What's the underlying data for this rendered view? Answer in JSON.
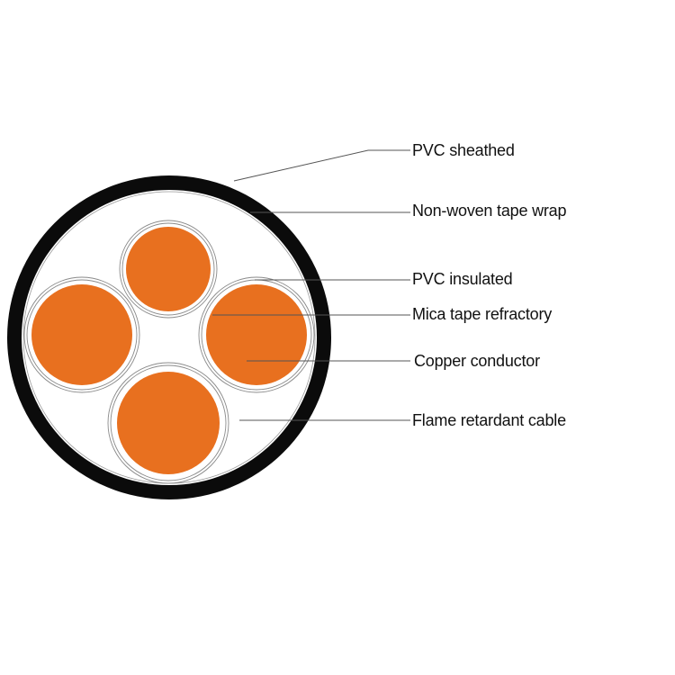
{
  "colors": {
    "sheath": "#0b0b0b",
    "conductor": "#e8701f",
    "line": "#555555",
    "insulation": "#8a8a8a",
    "background": "#ffffff"
  },
  "labels": {
    "pvc_sheathed": "PVC sheathed",
    "non_woven_tape_wrap": "Non-woven tape wrap",
    "pvc_insulated": "PVC  insulated",
    "mica_tape_refractory": "Mica tape refractory",
    "copper_conductor": "Copper conductor",
    "flame_retardant_cable": "Flame retardant cable"
  }
}
